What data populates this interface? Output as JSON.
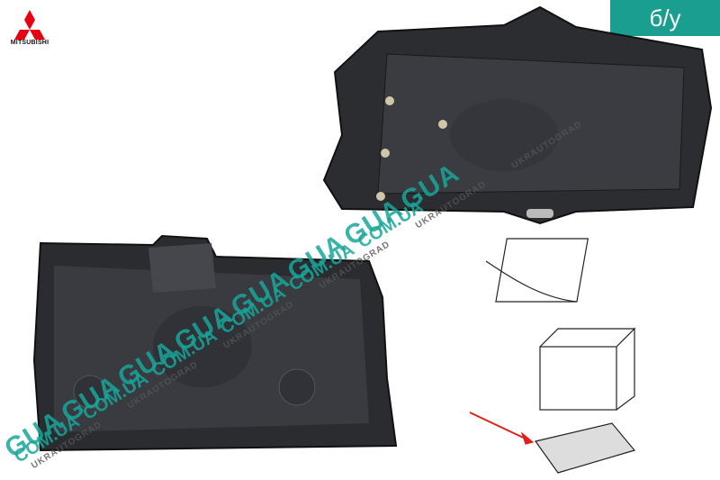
{
  "brand": {
    "name": "MITSUBISHI",
    "color": "#e60012"
  },
  "badge": {
    "label": "б/у",
    "color": "#1a9e8f"
  },
  "watermark": {
    "line1": "GUA",
    "line2": "COM.UA",
    "line3": "UKRAUTOGRAD"
  }
}
